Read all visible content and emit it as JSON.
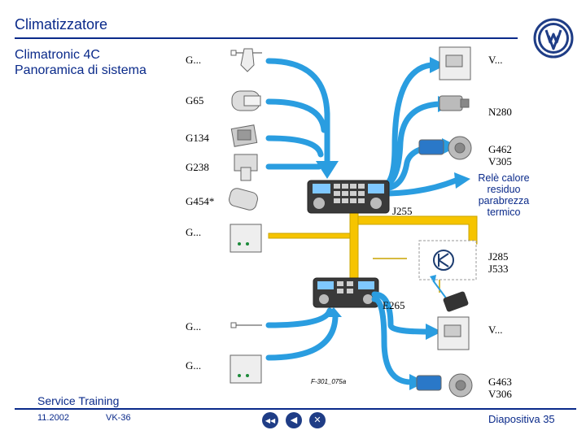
{
  "header": {
    "title": "Climatizzatore",
    "subtitle": "Climatronic 4C\nPanoramica di sistema"
  },
  "labels": {
    "g_top": "G...",
    "v_top": "V...",
    "g65": "G65",
    "n280": "N280",
    "g134": "G134",
    "g462_v305": "G462\nV305",
    "g238": "G238",
    "rele": "Relè calore\nresiduo\nparabrezza\ntermico",
    "g454": "G454*",
    "j255": "J255",
    "g_mid": "G...",
    "j285_j533": "J285\nJ533",
    "e265": "E265",
    "g_lower": "G...",
    "v_lower": "V...",
    "g_bottom": "G...",
    "g463_v306": "G463\nV306"
  },
  "figure_code": "F-301_075a",
  "footer": {
    "title": "Service Training",
    "date": "11.2002",
    "code": "VK-36",
    "slide": "Diapositiva 35"
  },
  "nav": {
    "prev_label": "◀◀",
    "back_label": "◀",
    "close_label": "✕"
  },
  "icons": {
    "logo": "volkswagen-logo",
    "nav_first": "rewind-icon",
    "nav_back": "back-icon",
    "nav_close": "close-icon"
  },
  "colors": {
    "brand": "#0a2a8a",
    "arrow": "#2a9de0",
    "bus": "#c9a400",
    "bus_fill": "#f6c400",
    "network": "#1c8a3a"
  }
}
